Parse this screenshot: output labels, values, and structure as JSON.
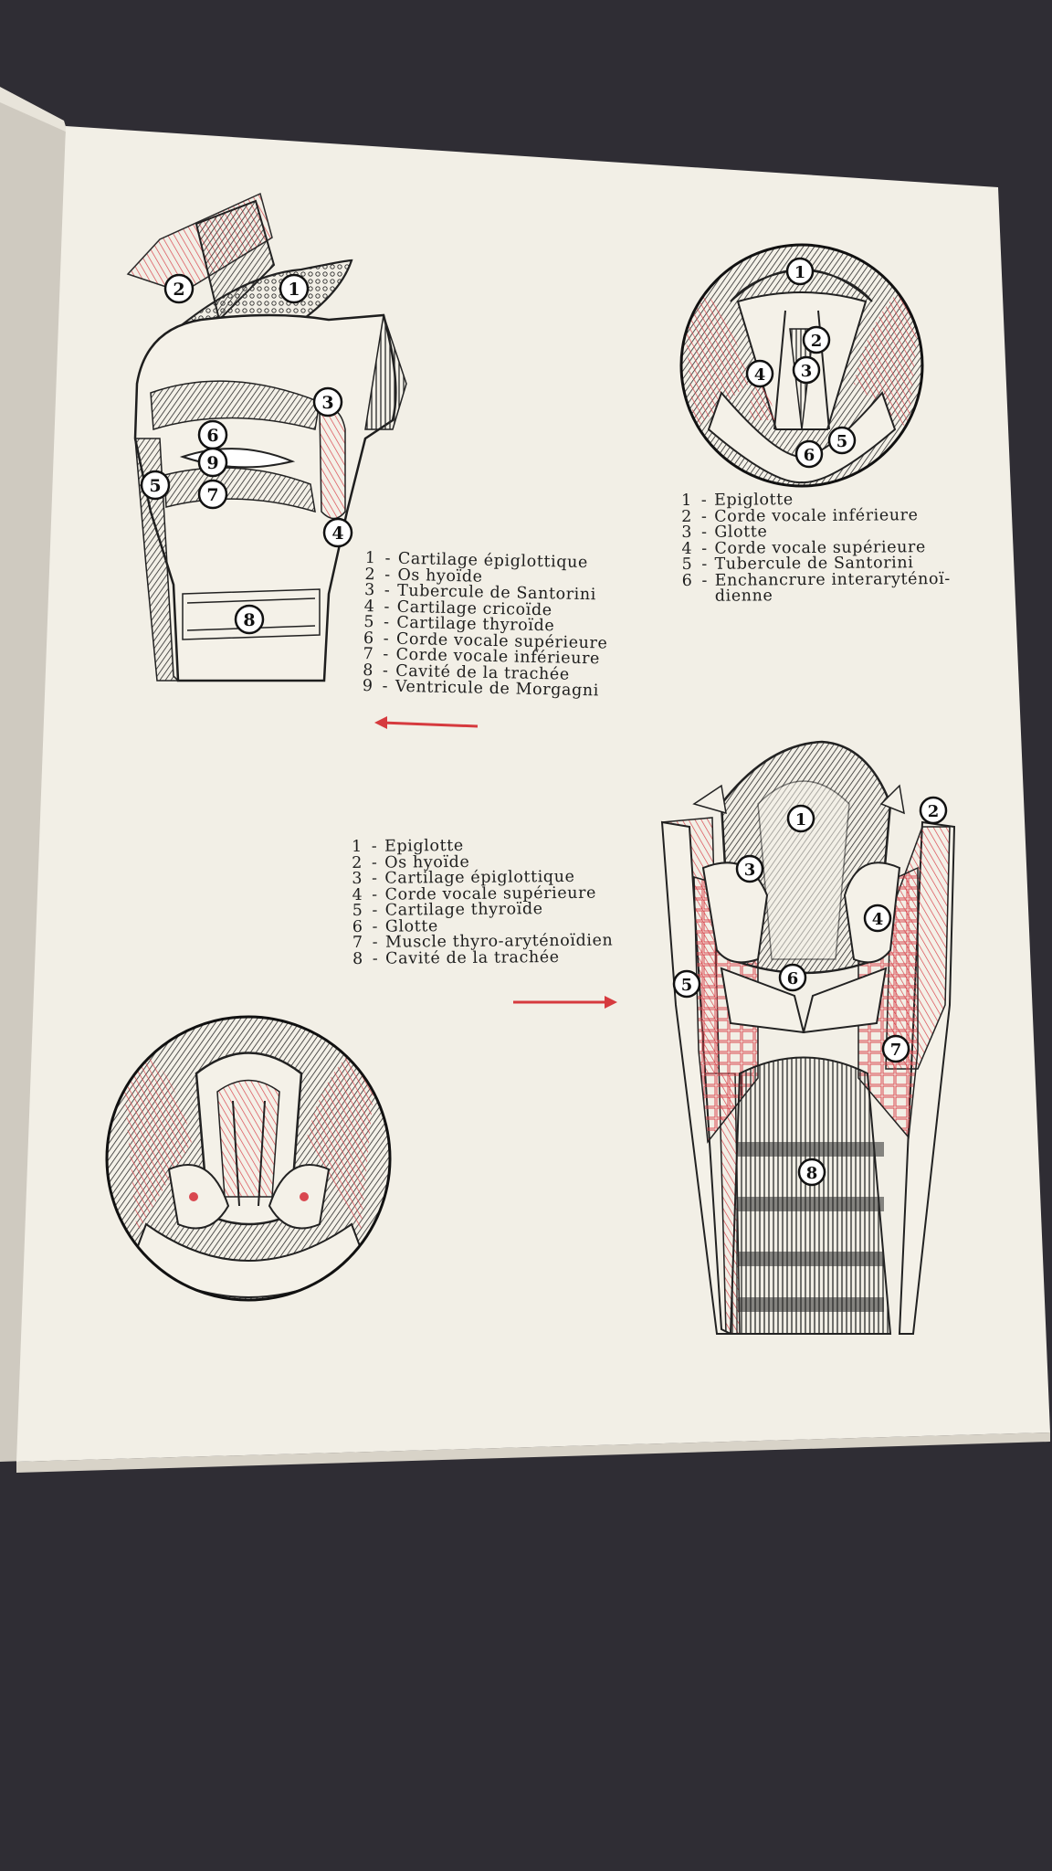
{
  "legends": {
    "side_view": [
      {
        "num": "1",
        "text": "Cartilage épiglottique"
      },
      {
        "num": "2",
        "text": "Os hyoïde"
      },
      {
        "num": "3",
        "text": "Tubercule de Santorini"
      },
      {
        "num": "4",
        "text": "Cartilage cricoïde"
      },
      {
        "num": "5",
        "text": "Cartilage thyroïde"
      },
      {
        "num": "6",
        "text": "Corde vocale supérieure"
      },
      {
        "num": "7",
        "text": "Corde vocale inférieure"
      },
      {
        "num": "8",
        "text": "Cavité de la trachée"
      },
      {
        "num": "9",
        "text": "Ventricule de Morgagni"
      }
    ],
    "top_view": [
      {
        "num": "1",
        "text": "Epiglotte"
      },
      {
        "num": "2",
        "text": "Corde vocale inférieure"
      },
      {
        "num": "3",
        "text": "Glotte"
      },
      {
        "num": "4",
        "text": "Corde vocale supérieure"
      },
      {
        "num": "5",
        "text": "Tubercule de Santorini"
      },
      {
        "num": "6",
        "text": "Enchancrure interaryténoï-",
        "continuation": "dienne"
      }
    ],
    "section_view": [
      {
        "num": "1",
        "text": "Epiglotte"
      },
      {
        "num": "2",
        "text": "Os hyoïde"
      },
      {
        "num": "3",
        "text": "Cartilage épiglottique"
      },
      {
        "num": "4",
        "text": "Corde vocale supérieure"
      },
      {
        "num": "5",
        "text": "Cartilage thyroïde"
      },
      {
        "num": "6",
        "text": "Glotte"
      },
      {
        "num": "7",
        "text": "Muscle thyro-aryténoïdien"
      },
      {
        "num": "8",
        "text": "Cavité de la trachée"
      }
    ]
  },
  "callout_labels": {
    "side_view": [
      "1",
      "2",
      "3",
      "4",
      "5",
      "6",
      "7",
      "8",
      "9"
    ],
    "top_view": [
      "1",
      "2",
      "3",
      "4",
      "5",
      "6"
    ],
    "section_view": [
      "1",
      "2",
      "3",
      "4",
      "5",
      "6",
      "7",
      "8"
    ]
  },
  "colors": {
    "background": "#2f2d34",
    "page": "#f2efe6",
    "ink": "#1e1e1e",
    "anatomy_red": "#d9474f",
    "arrow_red": "#d63a3e"
  }
}
